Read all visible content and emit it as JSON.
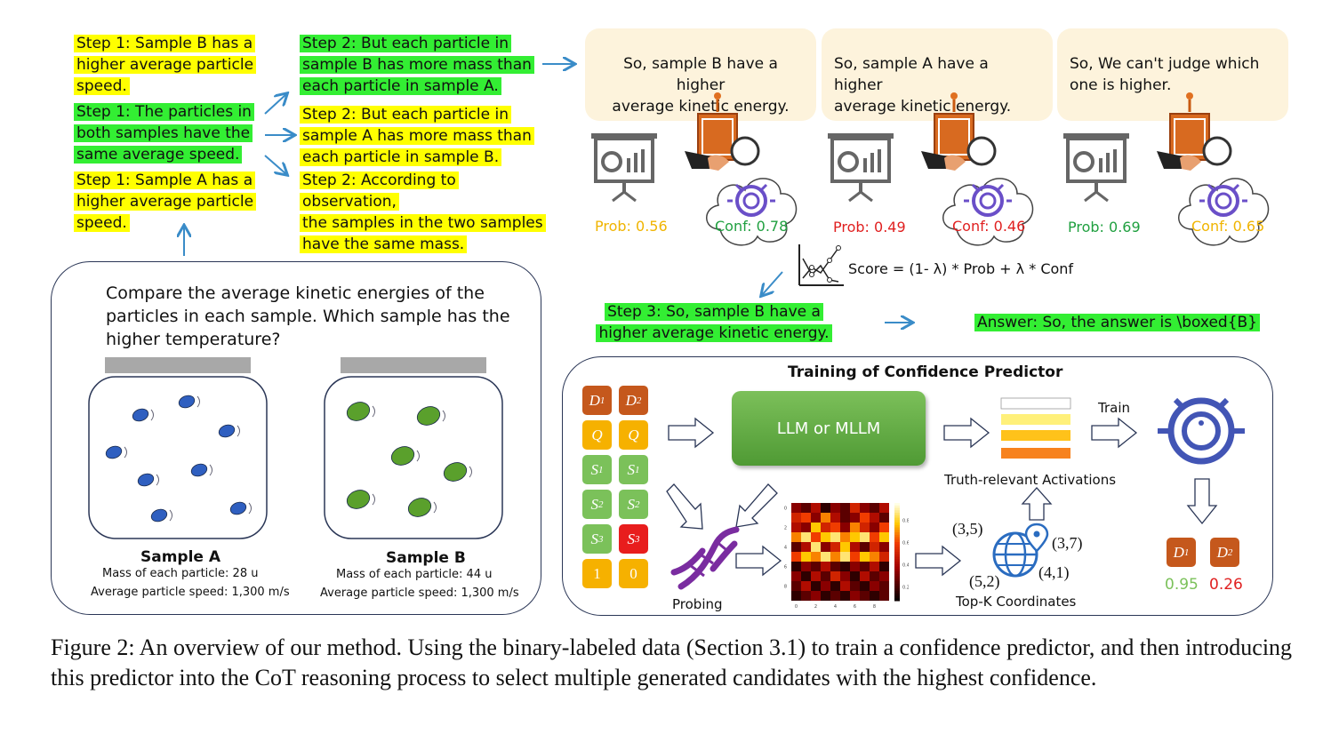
{
  "step1": [
    {
      "text": "Step 1: Sample B has a higher average particle speed.",
      "lines": [
        "Step 1: Sample B has a",
        "higher average particle",
        "speed."
      ],
      "color": "#ffff00"
    },
    {
      "text": "Step 1: The particles in both samples have the same average speed.",
      "lines": [
        "Step 1: The particles in",
        "both samples have the",
        "same average speed."
      ],
      "color": "#33ee33"
    },
    {
      "text": "Step 1: Sample A has a higher average particle speed.",
      "lines": [
        "Step 1: Sample A has a",
        "higher average particle",
        "speed."
      ],
      "color": "#ffff00"
    }
  ],
  "step2": [
    {
      "lines": [
        "Step 2: But each particle in",
        "sample B has more mass than",
        "each particle in sample A."
      ],
      "color": "#33ee33"
    },
    {
      "lines": [
        "Step 2: But each particle in",
        "sample A has more mass than",
        "each particle in sample B."
      ],
      "color": "#ffff00"
    },
    {
      "lines": [
        "Step 2: According to observation,",
        "the samples in the two samples",
        "have the same mass."
      ],
      "color": "#ffff00"
    }
  ],
  "conclusions": [
    {
      "lines": [
        "So, sample B have a higher",
        "average kinetic energy."
      ],
      "prob": "Prob: 0.56",
      "conf": "Conf: 0.78",
      "prob_color": "#f0b400",
      "conf_color": "#20a040"
    },
    {
      "lines": [
        "So, sample A have a higher",
        "average kinetic energy."
      ],
      "prob": "Prob: 0.49",
      "conf": "Conf: 0.46",
      "prob_color": "#e02020",
      "conf_color": "#e02020"
    },
    {
      "lines": [
        "So, We can't judge which",
        "one is higher."
      ],
      "prob": "Prob: 0.69",
      "conf": "Conf: 0.65",
      "prob_color": "#20a040",
      "conf_color": "#f0b400"
    }
  ],
  "score_formula": "Score = (1- λ) * Prob + λ * Conf",
  "step3": {
    "lines": [
      "Step 3: So, sample B have a",
      "higher average kinetic energy."
    ]
  },
  "answer": "Answer: So, the answer is \\boxed{B}",
  "question": {
    "lines": [
      "Compare the average kinetic energies of the",
      "particles in each sample. Which sample has the",
      "higher temperature?"
    ]
  },
  "samples": [
    {
      "title": "Sample A",
      "mass": "Mass of each particle: 28 u",
      "speed": "Average particle speed: 1,300 m/s",
      "particle_color": "#2f5fc0"
    },
    {
      "title": "Sample B",
      "mass": "Mass of each particle: 44 u",
      "speed": "Average particle speed: 1,300 m/s",
      "particle_color": "#5aa02c"
    }
  ],
  "training": {
    "title": "Training of Confidence Predictor",
    "tokens_left": [
      {
        "main": "D",
        "sub": "1",
        "color": "brown"
      },
      {
        "main": "Q",
        "sub": "",
        "color": "gold"
      },
      {
        "main": "S",
        "sub": "1",
        "color": "lgreen"
      },
      {
        "main": "S",
        "sub": "2",
        "color": "lgreen"
      },
      {
        "main": "S",
        "sub": "3",
        "color": "lgreen"
      },
      {
        "main": "1",
        "sub": "",
        "color": "gold"
      }
    ],
    "tokens_right": [
      {
        "main": "D",
        "sub": "2",
        "color": "brown"
      },
      {
        "main": "Q",
        "sub": "",
        "color": "gold"
      },
      {
        "main": "S",
        "sub": "1",
        "color": "lgreen"
      },
      {
        "main": "S",
        "sub": "2",
        "color": "lgreen"
      },
      {
        "main": "S",
        "sub": "3",
        "color": "red"
      },
      {
        "main": "0",
        "sub": "",
        "color": "gold"
      }
    ],
    "model_label": "LLM or MLLM",
    "activations_label": "Truth-relevant Activations",
    "train_label": "Train",
    "probing_label": "Probing",
    "topk_label": "Top-K Coordinates",
    "coords": [
      "(3,5)",
      "(3,7)",
      "(4,1)",
      "(5,2)"
    ],
    "outputs": [
      {
        "main": "D",
        "sub": "1",
        "score": "0.95",
        "score_color": "#7bc15a"
      },
      {
        "main": "D",
        "sub": "2",
        "score": "0.26",
        "score_color": "#e02020"
      }
    ]
  },
  "heatmap": {
    "values": [
      [
        0.3,
        0.2,
        0.4,
        0.1,
        0.3,
        0.2,
        0.5,
        0.3,
        0.2,
        0.4
      ],
      [
        0.5,
        0.6,
        0.3,
        0.7,
        0.4,
        0.2,
        0.3,
        0.6,
        0.4,
        0.2
      ],
      [
        0.4,
        0.3,
        0.8,
        0.5,
        0.6,
        0.3,
        0.7,
        0.5,
        0.3,
        0.6
      ],
      [
        0.7,
        0.9,
        0.6,
        0.8,
        0.9,
        0.7,
        0.8,
        0.9,
        0.6,
        0.8
      ],
      [
        0.2,
        0.4,
        0.9,
        0.3,
        0.5,
        0.8,
        0.4,
        0.2,
        0.5,
        0.3
      ],
      [
        0.6,
        0.8,
        0.7,
        0.9,
        0.7,
        0.9,
        0.6,
        0.8,
        0.7,
        0.5
      ],
      [
        0.1,
        0.3,
        0.2,
        0.4,
        0.2,
        0.1,
        0.3,
        0.2,
        0.4,
        0.1
      ],
      [
        0.3,
        0.1,
        0.4,
        0.2,
        0.5,
        0.3,
        0.1,
        0.4,
        0.2,
        0.3
      ],
      [
        0.2,
        0.4,
        0.1,
        0.3,
        0.1,
        0.4,
        0.2,
        0.1,
        0.3,
        0.2
      ],
      [
        0.1,
        0.2,
        0.3,
        0.1,
        0.2,
        0.1,
        0.3,
        0.2,
        0.1,
        0.2
      ]
    ],
    "y_ticks": [
      "0",
      "2",
      "4",
      "6",
      "8"
    ],
    "x_ticks": [
      "0",
      "2",
      "4",
      "6",
      "8"
    ],
    "colorbar_ticks": [
      "0.8",
      "0.6",
      "0.4",
      "0.2"
    ]
  },
  "caption": "Figure 2: An overview of our method. Using the binary-labeled data (Section 3.1) to train a confidence predictor, and then introducing this predictor into the CoT reasoning process to select multiple generated candidates with the highest confidence."
}
